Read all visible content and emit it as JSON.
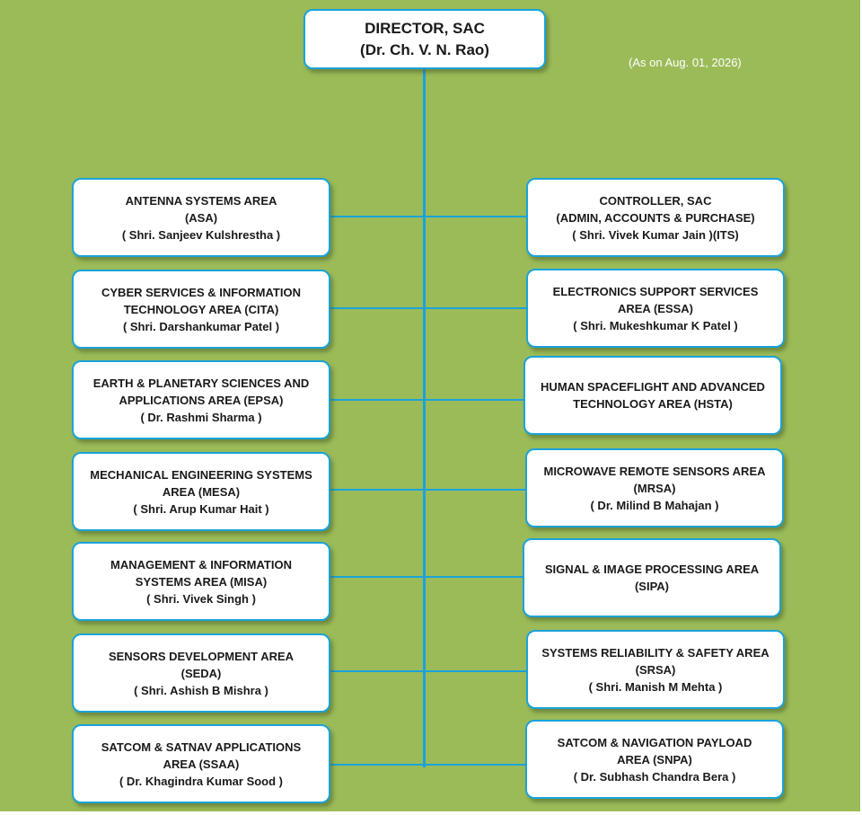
{
  "root": {
    "title": "DIRECTOR, SAC",
    "subtitle": "(Dr. Ch. V. N. Rao)"
  },
  "as_on": "(As on  Aug. 01, 2026)",
  "left_nodes": [
    {
      "lines": [
        "ANTENNA SYSTEMS AREA",
        "(ASA)",
        "( Shri. Sanjeev Kulshrestha )"
      ]
    },
    {
      "lines": [
        "CYBER SERVICES & INFORMATION",
        "TECHNOLOGY AREA (CITA)",
        "( Shri. Darshankumar Patel )"
      ]
    },
    {
      "lines": [
        "EARTH & PLANETARY SCIENCES AND",
        "APPLICATIONS AREA (EPSA)",
        "( Dr. Rashmi Sharma )"
      ]
    },
    {
      "lines": [
        "MECHANICAL ENGINEERING SYSTEMS",
        "AREA (MESA)",
        "( Shri. Arup Kumar Hait )"
      ]
    },
    {
      "lines": [
        "MANAGEMENT & INFORMATION",
        "SYSTEMS AREA (MISA)",
        "( Shri. Vivek Singh )"
      ]
    },
    {
      "lines": [
        "SENSORS DEVELOPMENT AREA",
        "(SEDA)",
        "( Shri. Ashish B Mishra )"
      ]
    },
    {
      "lines": [
        "SATCOM & SATNAV  APPLICATIONS",
        "AREA (SSAA)",
        "( Dr. Khagindra Kumar Sood )"
      ]
    }
  ],
  "right_nodes": [
    {
      "lines": [
        "CONTROLLER, SAC",
        "(ADMIN, ACCOUNTS & PURCHASE)",
        "( Shri. Vivek Kumar Jain )(ITS)"
      ]
    },
    {
      "lines": [
        "ELECTRONICS SUPPORT SERVICES",
        "AREA (ESSA)",
        "( Shri. Mukeshkumar K Patel )"
      ]
    },
    {
      "lines": [
        "HUMAN SPACEFLIGHT AND ADVANCED",
        "TECHNOLOGY AREA (HSTA)"
      ]
    },
    {
      "lines": [
        "MICROWAVE REMOTE SENSORS AREA",
        "(MRSA)",
        "( Dr. Milind B Mahajan )"
      ]
    },
    {
      "lines": [
        "SIGNAL & IMAGE PROCESSING AREA",
        "(SIPA)"
      ]
    },
    {
      "lines": [
        "SYSTEMS RELIABILITY & SAFETY AREA",
        "(SRSA)",
        "( Shri. Manish M Mehta )"
      ]
    },
    {
      "lines": [
        "SATCOM & NAVIGATION PAYLOAD",
        "AREA (SNPA)",
        "( Dr. Subhash Chandra Bera )"
      ]
    }
  ],
  "colors": {
    "background": "#9bbb59",
    "box_border": "#1aa3d9",
    "connector": "#1aa3d9"
  }
}
